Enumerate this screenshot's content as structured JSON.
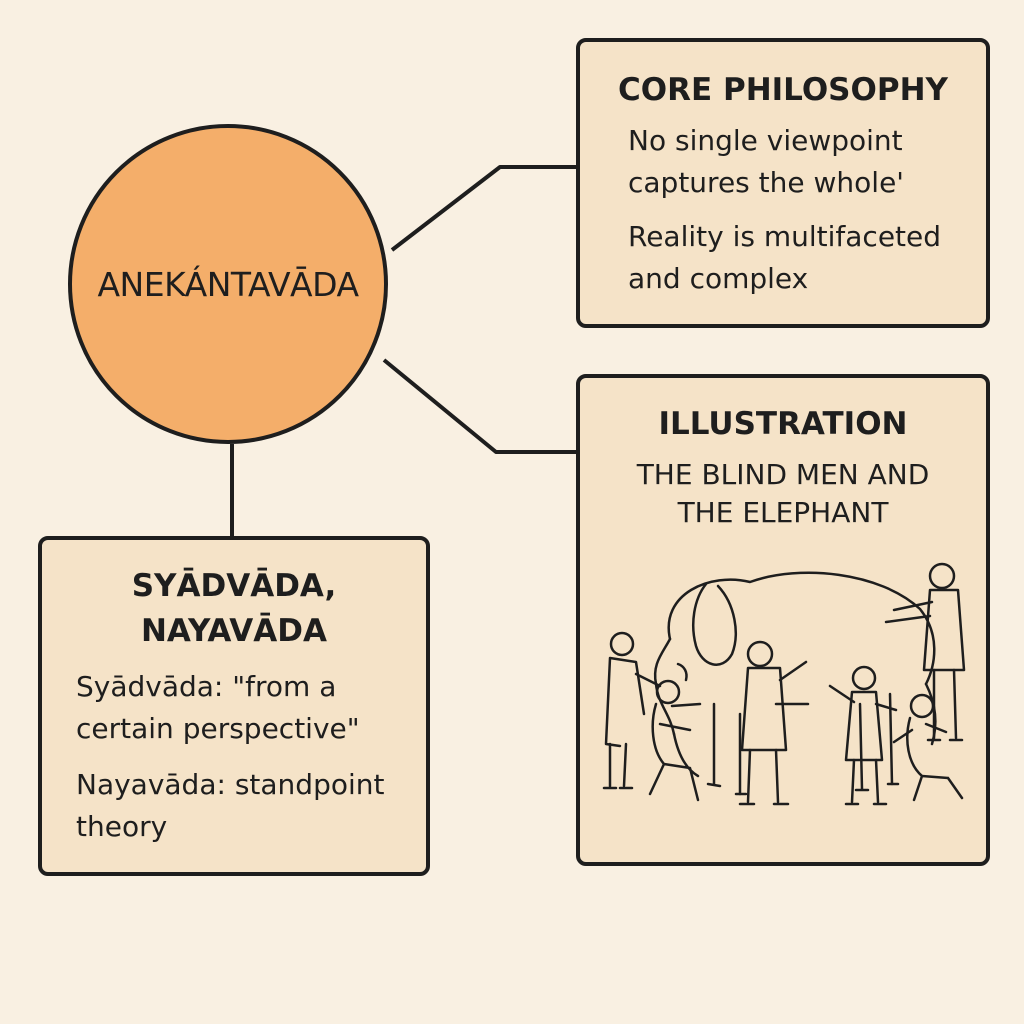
{
  "center": {
    "label": "ANEKÁNTAVĀDA",
    "fill": "#f4ae6a"
  },
  "core": {
    "title": "CORE PHILOSOPHY",
    "line1a": "No single viewpoint",
    "line1b": "captures the whole'",
    "line2a": "Reality is multifaceted",
    "line2b": "and complex"
  },
  "illustration": {
    "title": "ILLUSTRATION",
    "subtitle_a": "THE BLIND MEN AND",
    "subtitle_b": "THE ELEPHANT"
  },
  "syadvada": {
    "title_a": "SYĀDVĀDA,",
    "title_b": "NAYAVĀDA",
    "line1a": "Syādvāda: \"from a",
    "line1b": "certain perspective\"",
    "line2a": "Nayavāda: standpoint",
    "line2b": "theory"
  },
  "colors": {
    "background": "#f9f0e2",
    "card": "#f5e3c8",
    "stroke": "#1e1e1e"
  }
}
